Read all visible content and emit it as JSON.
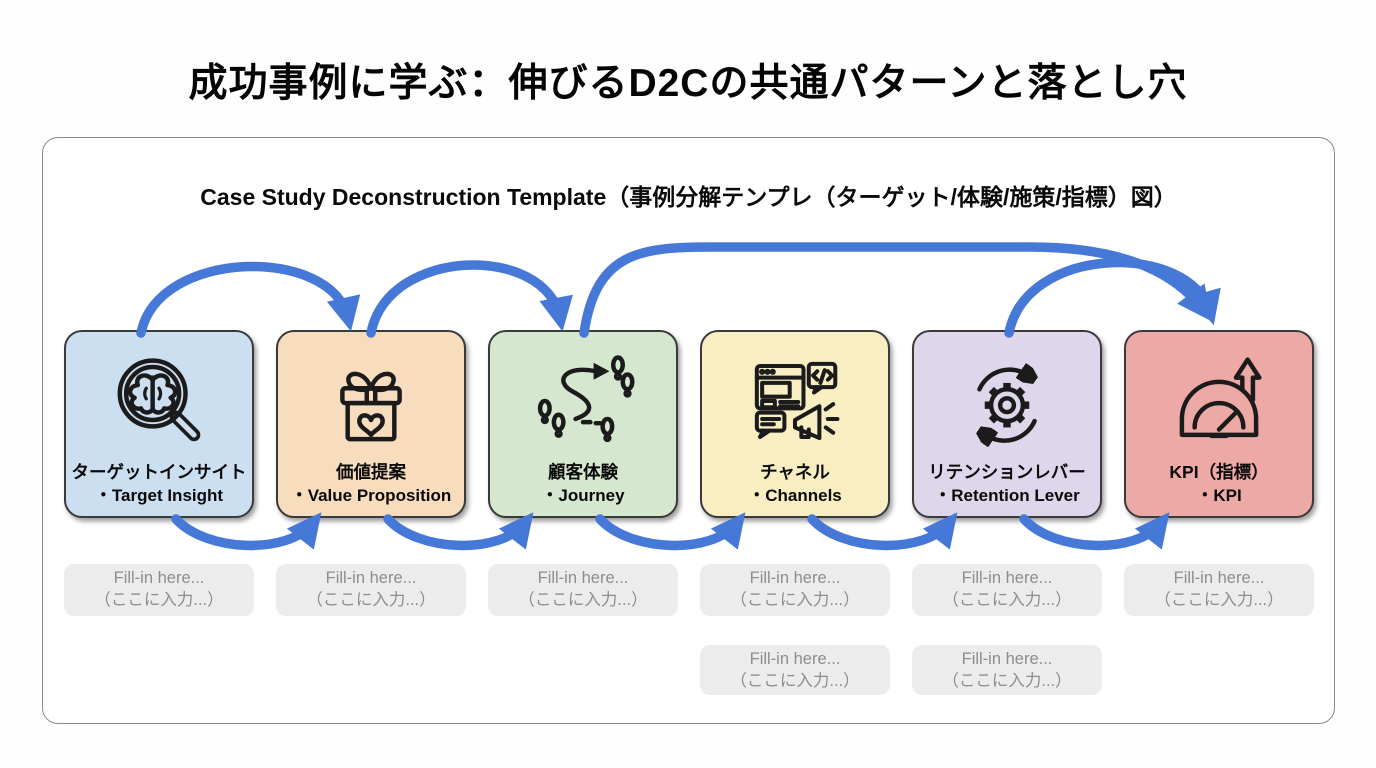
{
  "page": {
    "title": "成功事例に学ぶ：伸びるD2Cの共通パターンと落とし穴"
  },
  "panel": {
    "heading": "Case Study Deconstruction Template（事例分解テンプレ（ターゲット/体験/施策/指標）図）"
  },
  "stages": [
    {
      "label_jp": "ターゲットインサイト",
      "label_en": "・Target Insight",
      "color": "#cbdff0",
      "icon": "brain-magnifier-icon"
    },
    {
      "label_jp": "価値提案",
      "label_en": "・Value Proposition",
      "color": "#f8dcbe",
      "icon": "gift-heart-icon"
    },
    {
      "label_jp": "顧客体験",
      "label_en": "・Journey",
      "color": "#d5e7cf",
      "icon": "footsteps-path-icon"
    },
    {
      "label_jp": "チャネル",
      "label_en": "・Channels",
      "color": "#f9eec2",
      "icon": "channels-megaphone-icon"
    },
    {
      "label_jp": "リテンションレバー",
      "label_en": "・Retention Lever",
      "color": "#ded7eb",
      "icon": "gear-refresh-icon"
    },
    {
      "label_jp": "KPI（指標）",
      "label_en": "・KPI",
      "color": "#eda9a5",
      "icon": "gauge-growth-icon"
    }
  ],
  "fill_ins": [
    {
      "line1": "Fill-in here...",
      "line2": "（ここに入力...）"
    },
    {
      "line1": "Fill-in here...",
      "line2": "（ここに入力...）"
    },
    {
      "line1": "Fill-in here...",
      "line2": "（ここに入力...）"
    },
    {
      "line1": "Fill-in here...",
      "line2": "（ここに入力...）"
    },
    {
      "line1": "Fill-in here...",
      "line2": "（ここに入力...）"
    },
    {
      "line1": "Fill-in here...",
      "line2": "（ここに入力...）"
    },
    {
      "line1": "Fill-in here...",
      "line2": "（ここに入力...）"
    },
    {
      "line1": "Fill-in here...",
      "line2": "（ここに入力...）"
    }
  ],
  "colors": {
    "arrow_blue": "#4678d8",
    "card_border": "#3a3a3a",
    "fillin_bg": "#ececec",
    "fillin_text": "#8d8d8d",
    "panel_border": "#8a8a8a",
    "icon_stroke": "#1b1b1b"
  }
}
